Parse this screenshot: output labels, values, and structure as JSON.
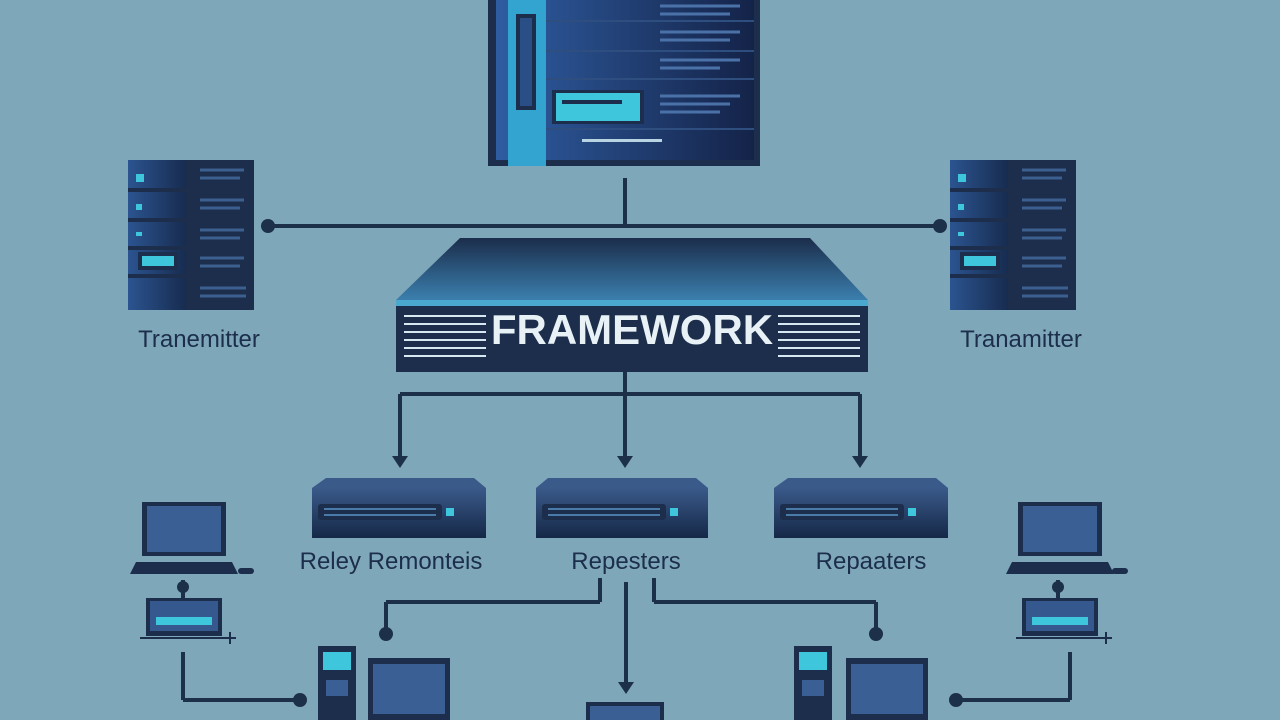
{
  "diagram": {
    "center_label": "FRAMEWORK",
    "left_transmitter_label": "Tranemitter",
    "right_transmitter_label": "Tranamitter",
    "left_repeater_label": "Reley Remonteis",
    "middle_repeater_label": "Repesters",
    "right_repeater_label": "Repaaters"
  },
  "colors": {
    "background": "#7ea8b9",
    "dark_navy": "#1c2e4b",
    "panel_blue": "#35598e",
    "accent_cyan": "#3ec6dc",
    "line": "#1d3049"
  }
}
